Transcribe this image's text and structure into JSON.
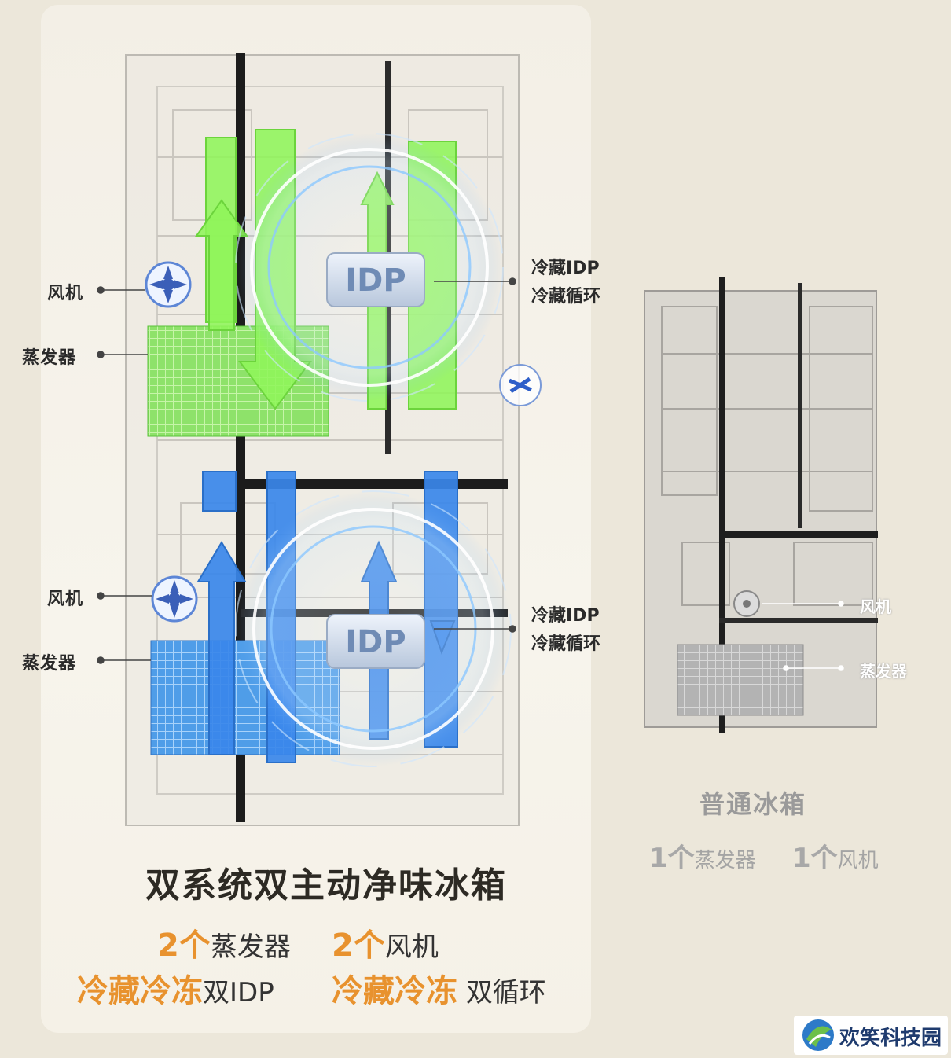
{
  "left_panel": {
    "upper_labels": {
      "fan": "风机",
      "evaporator": "蒸发器"
    },
    "upper_idp": {
      "line1": "冷藏IDP",
      "line2": "冷藏循环"
    },
    "lower_labels": {
      "fan": "风机",
      "evaporator": "蒸发器"
    },
    "lower_idp": {
      "line1": "冷藏IDP",
      "line2": "冷藏循环"
    },
    "idp_badge_text": "IDP",
    "title": "双系统双主动净味冰箱",
    "features": {
      "evap_count": "2个",
      "evap_label": "蒸发器",
      "fan_count": "2个",
      "fan_label": "风机",
      "idp_prefix": "冷藏冷冻",
      "idp_label": "双IDP",
      "cycle_prefix": "冷藏冷冻",
      "cycle_label": "双循环"
    }
  },
  "right_panel": {
    "fan_label": "风机",
    "evaporator_label": "蒸发器",
    "title": "普通冰箱",
    "evap_num": "1个",
    "evap_label": "蒸发器",
    "fan_num": "1个",
    "fan_label2": "风机"
  },
  "watermark": {
    "text": "欢笑科技园"
  },
  "colors": {
    "accent_orange": "#e8922e",
    "green": "#7fe04a",
    "blue": "#2f7fe0",
    "text_dark": "#2d2a24",
    "text_gray": "#9a9a9a"
  }
}
